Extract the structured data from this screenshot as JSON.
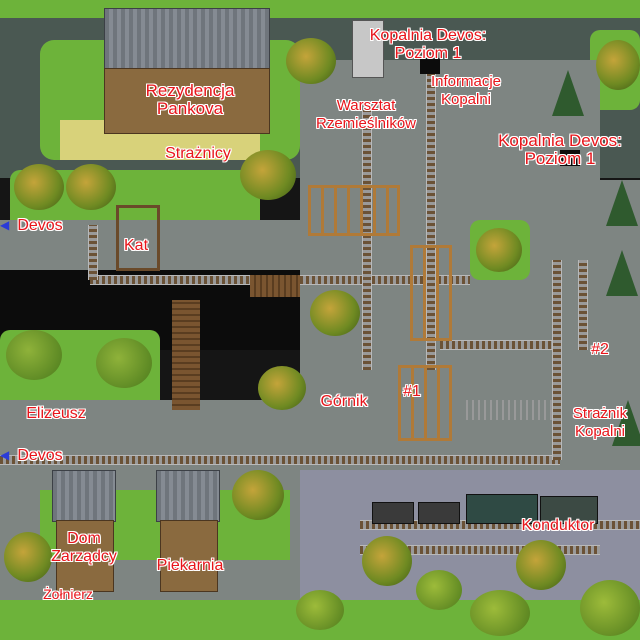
{
  "map_labels": {
    "mine_top": [
      "Kopalnia Devos:",
      "Poziom 1"
    ],
    "residence": [
      "Rezydencja",
      "Pankova"
    ],
    "workshop": [
      "Warsztat",
      "Rzemieślników"
    ],
    "mine_info": [
      "Informacje",
      "Kopalni"
    ],
    "mine_right": [
      "Kopalnia Devos:",
      "Poziom 1"
    ],
    "guards": "Strażnicy",
    "devos_west_upper": "Devos",
    "executioner": "Kat",
    "marker_2": "#2",
    "miner": "Górnik",
    "marker_1": "#1",
    "elizeusz": "Elizeusz",
    "mine_guard": [
      "Strażnik",
      "Kopalni"
    ],
    "devos_west_lower": "Devos",
    "manager_house": [
      "Dom",
      "Zarządcy"
    ],
    "bakery": "Piekarnia",
    "conductor": "Konduktor",
    "soldier": "Żołnierz"
  },
  "colors": {
    "label": "#e8151b",
    "label_outline": "#ffffff",
    "grass": "#6db33a",
    "rock": "#7e8582"
  }
}
